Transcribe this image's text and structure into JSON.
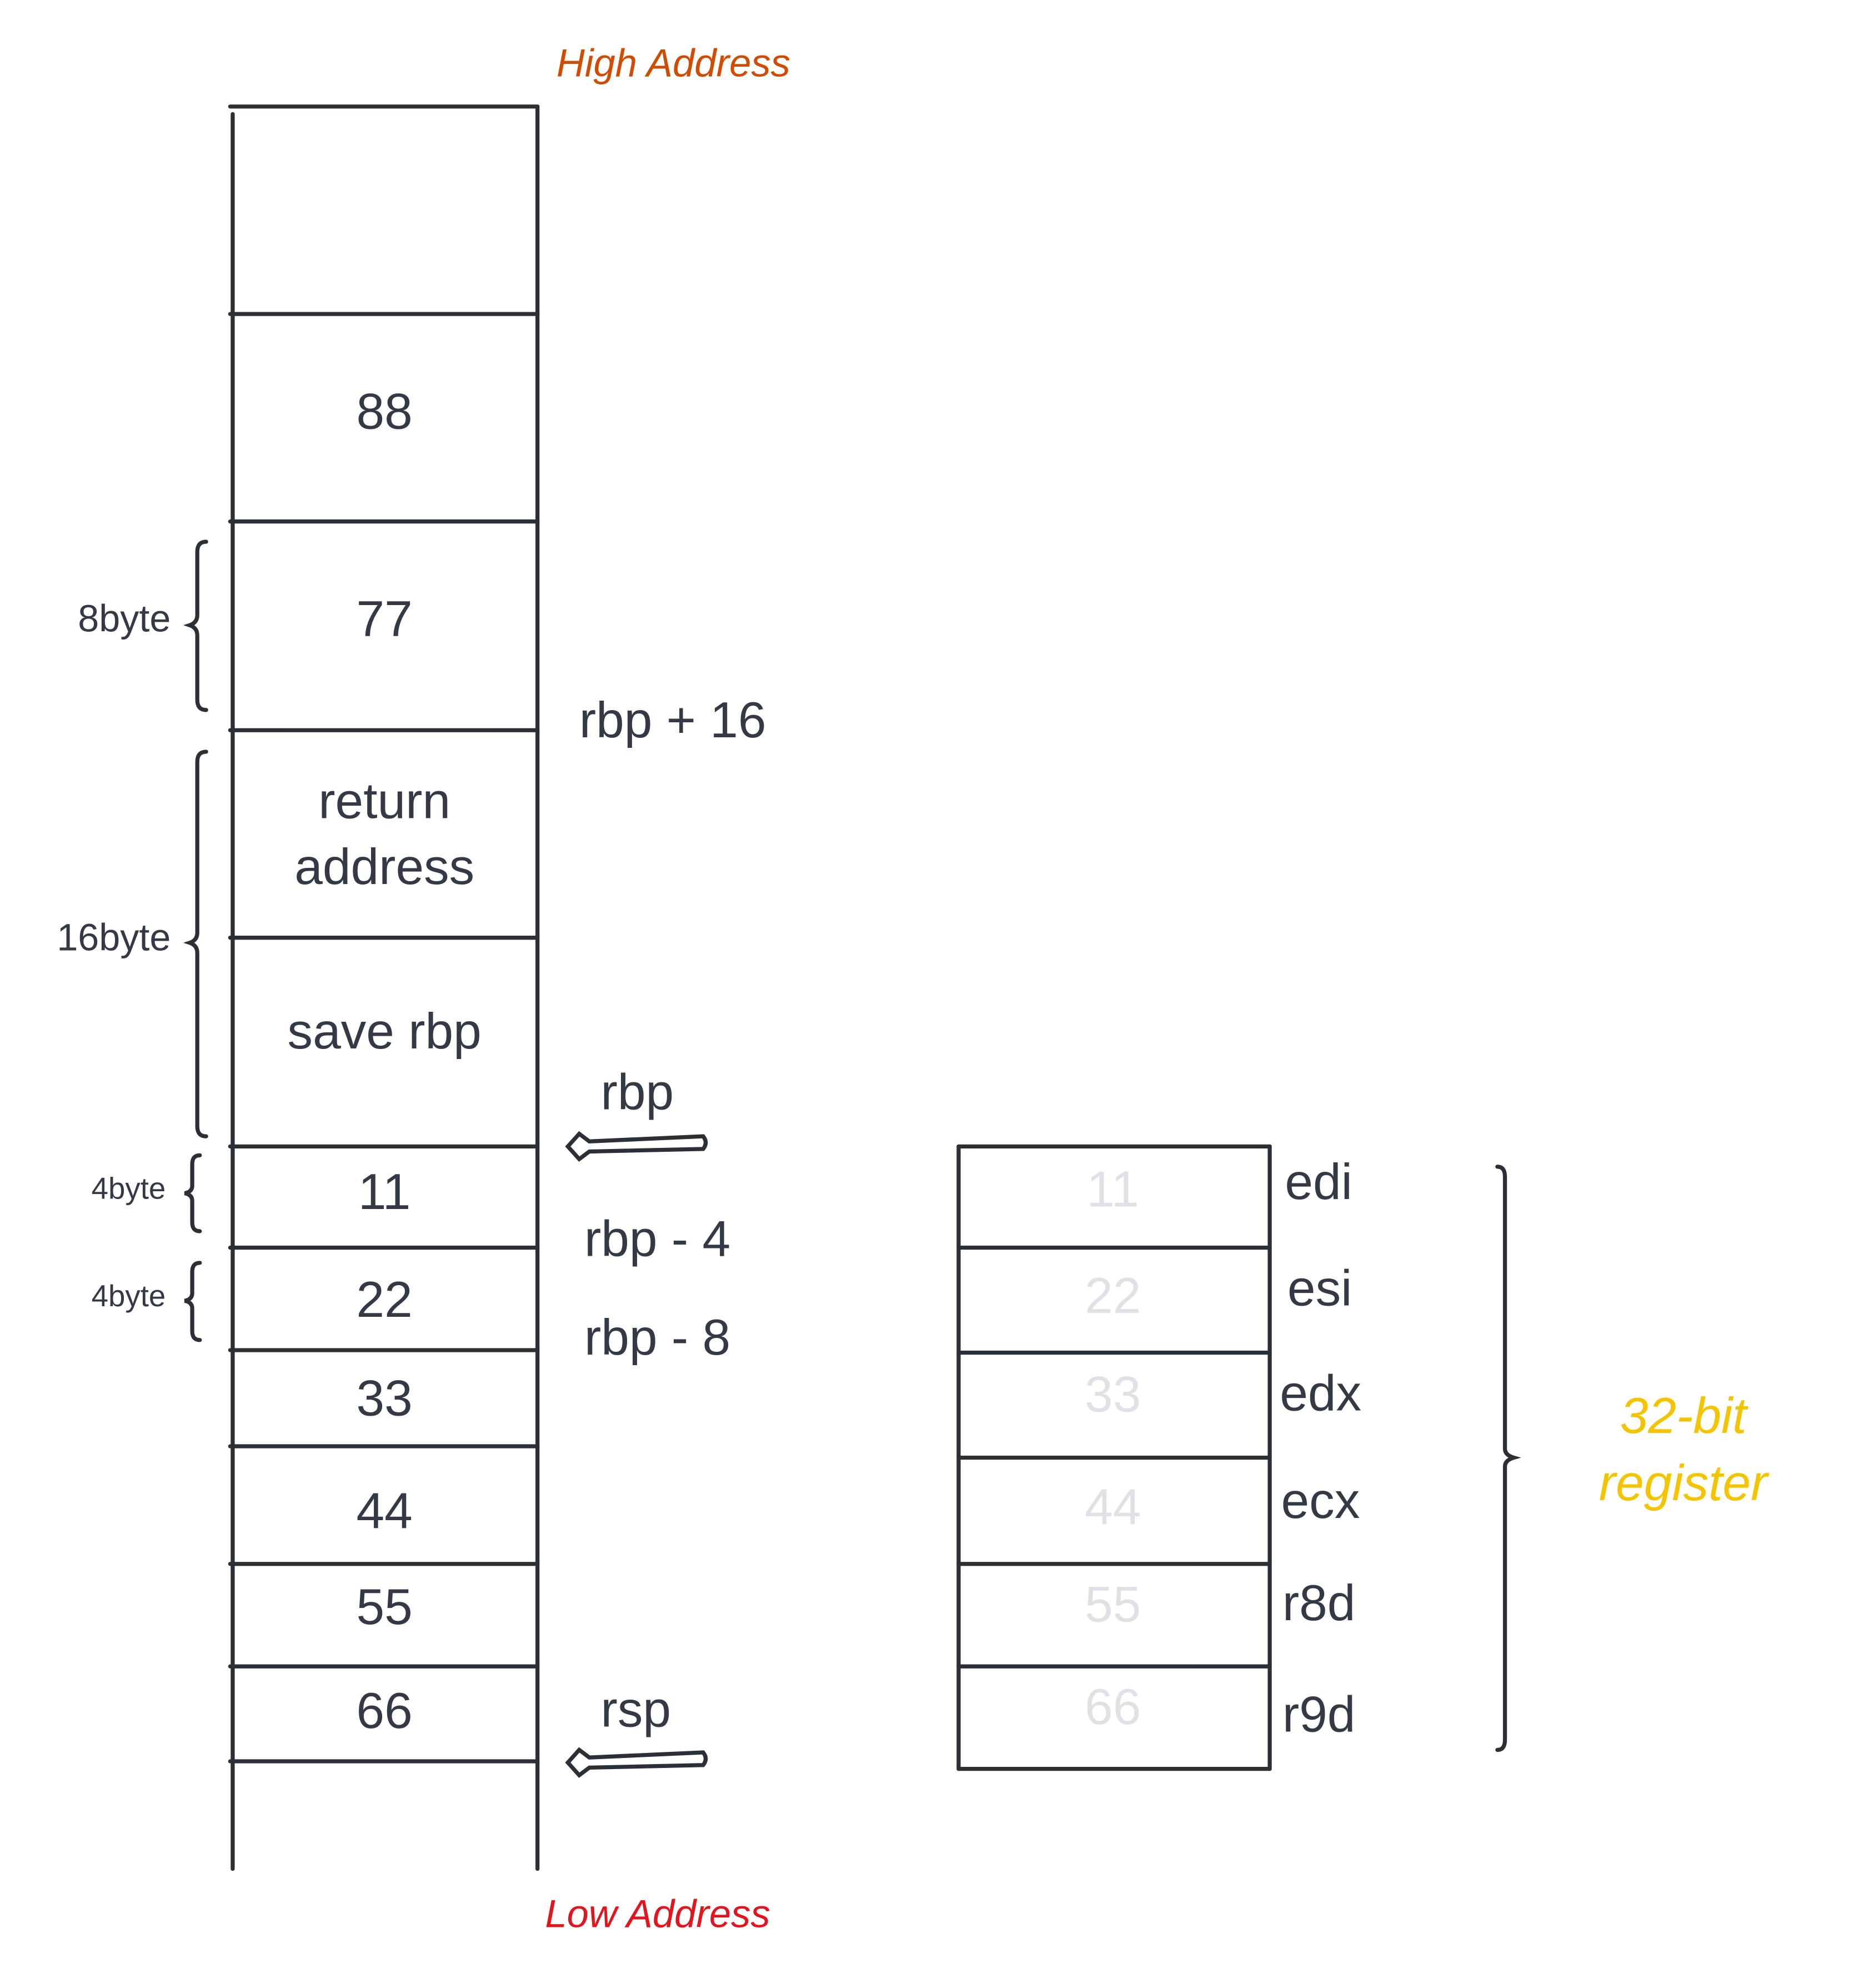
{
  "colors": {
    "line": "#2b2f36",
    "text": "#343a45",
    "high_address": "#D24B00",
    "low_address": "#E3141E",
    "register_values": "#dfe1e6",
    "register_note": "#F5C400"
  },
  "labels": {
    "high_address": "High Address",
    "low_address": "Low Address"
  },
  "stack": {
    "cells": [
      "",
      "88",
      "77",
      "return",
      "address",
      "save rbp",
      "11",
      "22",
      "33",
      "44",
      "55",
      "66"
    ]
  },
  "sizes": [
    "8byte",
    "16byte",
    "4byte",
    "4byte"
  ],
  "pointers": {
    "rbp_plus_16": "rbp + 16",
    "rbp": "rbp",
    "rbp_minus_4": "rbp - 4",
    "rbp_minus_8": "rbp - 8",
    "rsp": "rsp"
  },
  "registers": {
    "values": [
      "11",
      "22",
      "33",
      "44",
      "55",
      "66"
    ],
    "names": [
      "edi",
      "esi",
      "edx",
      "ecx",
      "r8d",
      "r9d"
    ],
    "note_line1": "32-bit",
    "note_line2": "register"
  }
}
